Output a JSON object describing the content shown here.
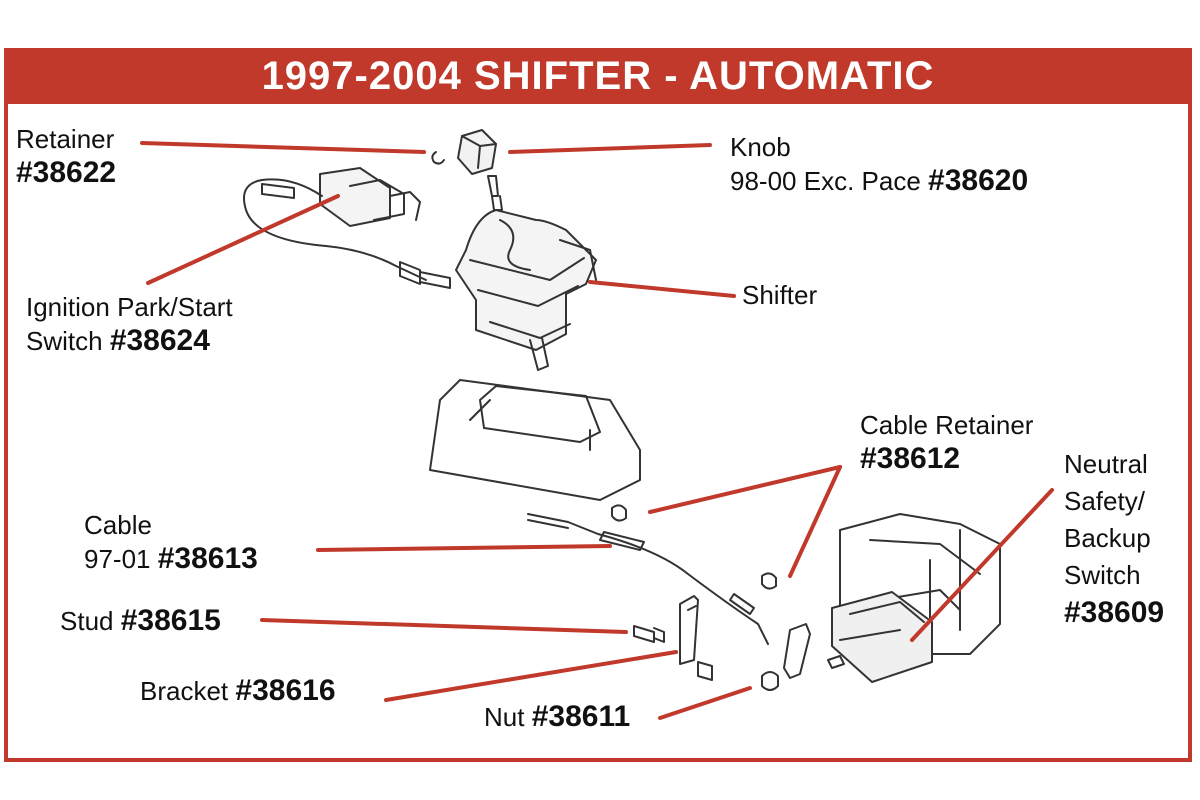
{
  "title": "1997-2004 SHIFTER - AUTOMATIC",
  "colors": {
    "accent": "#c0392b",
    "line": "#c0392b",
    "drawing": "#333333"
  },
  "labels": {
    "retainer": {
      "name": "Retainer",
      "part": "#38622"
    },
    "knob": {
      "name": "Knob",
      "note": "98-00 Exc. Pace",
      "part": "#38620"
    },
    "ignition": {
      "name1": "Ignition Park/Start",
      "name2": "Switch",
      "part": "#38624"
    },
    "shifter": {
      "name": "Shifter"
    },
    "cable_retainer": {
      "name": "Cable Retainer",
      "part": "#38612"
    },
    "neutral": {
      "line1": "Neutral",
      "line2": "Safety/",
      "line3": "Backup",
      "line4": "Switch",
      "part": "#38609"
    },
    "cable": {
      "name": "Cable",
      "note": "97-01",
      "part": "#38613"
    },
    "stud": {
      "name": "Stud",
      "part": "#38615"
    },
    "bracket": {
      "name": "Bracket",
      "part": "#38616"
    },
    "nut": {
      "name": "Nut",
      "part": "#38611"
    }
  }
}
